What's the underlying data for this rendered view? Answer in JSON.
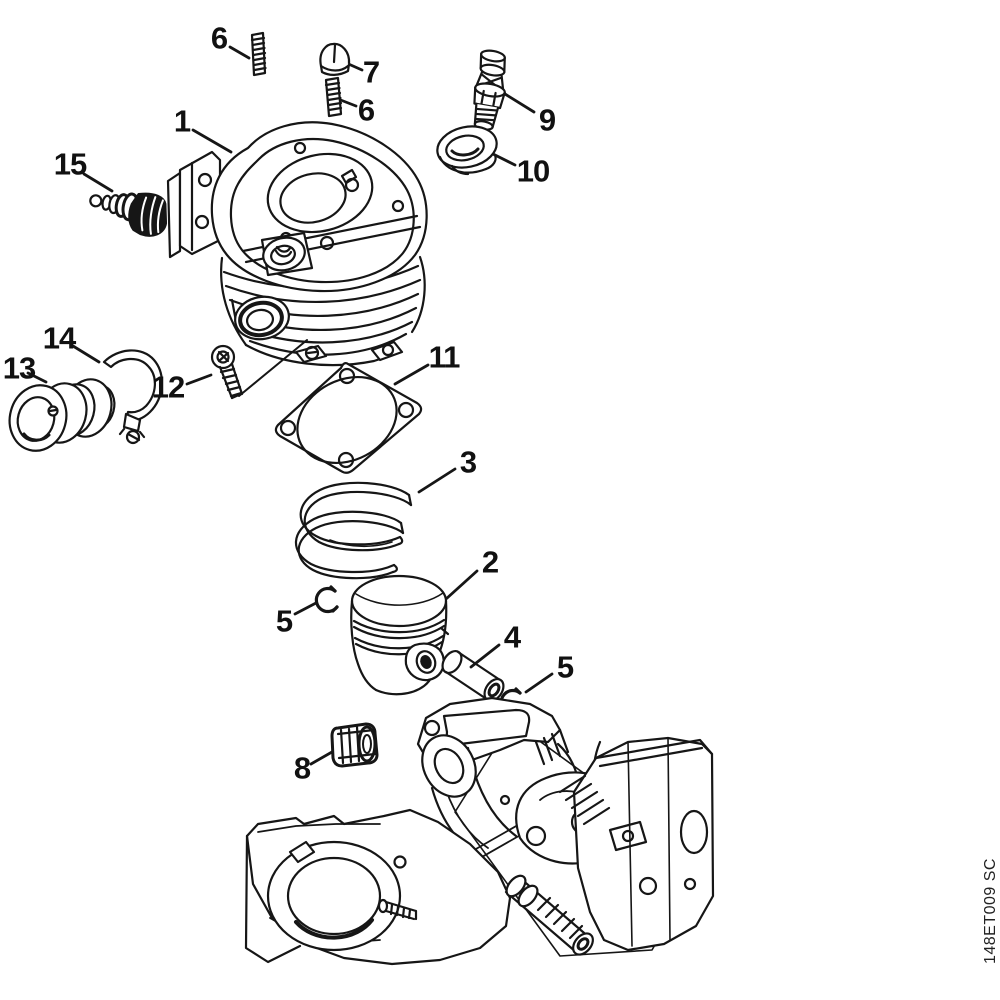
{
  "colors": {
    "background": "#ffffff",
    "ink": "#161616"
  },
  "callouts": [
    {
      "text": "6"
    },
    {
      "text": "7"
    },
    {
      "text": "6"
    },
    {
      "text": "9"
    },
    {
      "text": "10"
    },
    {
      "text": "1"
    },
    {
      "text": "15"
    },
    {
      "text": "14"
    },
    {
      "text": "13"
    },
    {
      "text": "12"
    },
    {
      "text": "11"
    },
    {
      "text": "3"
    },
    {
      "text": "2"
    },
    {
      "text": "5"
    },
    {
      "text": "4"
    },
    {
      "text": "5"
    },
    {
      "text": "8"
    }
  ],
  "watermark": {
    "text": "148ET009 SC"
  }
}
